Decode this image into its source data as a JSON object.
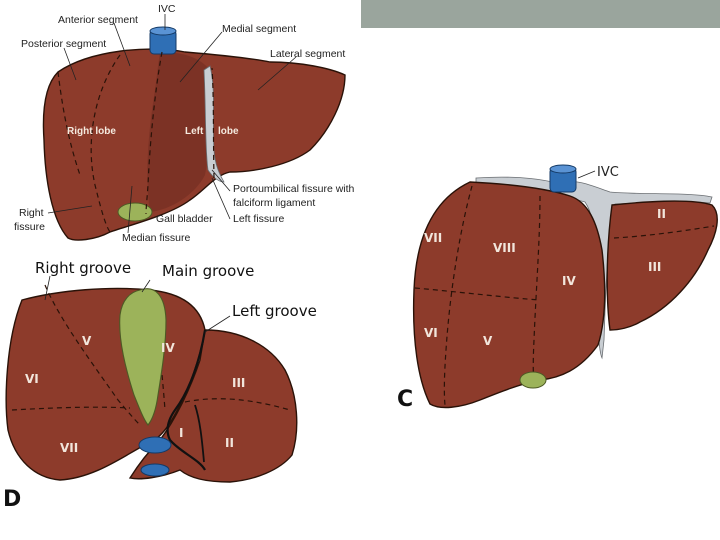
{
  "panel_top": {
    "labels": {
      "ivc": "IVC",
      "anterior_segment": "Anterior segment",
      "medial_segment": "Medial segment",
      "posterior_segment": "Posterior segment",
      "lateral_segment": "Lateral segment",
      "right_lobe": "Right lobe",
      "left_lobe_left": "Left",
      "left_lobe_right": "lobe",
      "portoumbilical_line1": "Portoumbilical fissure with",
      "portoumbilical_line2": "falciform ligament",
      "left_fissure": "Left fissure",
      "right_fissure_line1": "Right",
      "right_fissure_line2": "fissure",
      "gall_bladder": "Gall bladder",
      "median_fissure": "Median fissure"
    }
  },
  "panel_c": {
    "letter": "C",
    "ivc": "IVC",
    "segments": [
      "VII",
      "VIII",
      "IV",
      "II",
      "III",
      "VI",
      "V"
    ]
  },
  "panel_d": {
    "letter": "D",
    "right_groove": "Right groove",
    "main_groove": "Main groove",
    "left_groove": "Left groove",
    "segments": [
      "V",
      "IV",
      "VI",
      "III",
      "I",
      "VII",
      "II"
    ]
  },
  "colors": {
    "liver": "#8d3b2b",
    "header_bar": "#9aa59d",
    "ivc": "#2f6fb5",
    "gall_bladder": "#9cb35a",
    "ligament": "#c9ced3"
  }
}
